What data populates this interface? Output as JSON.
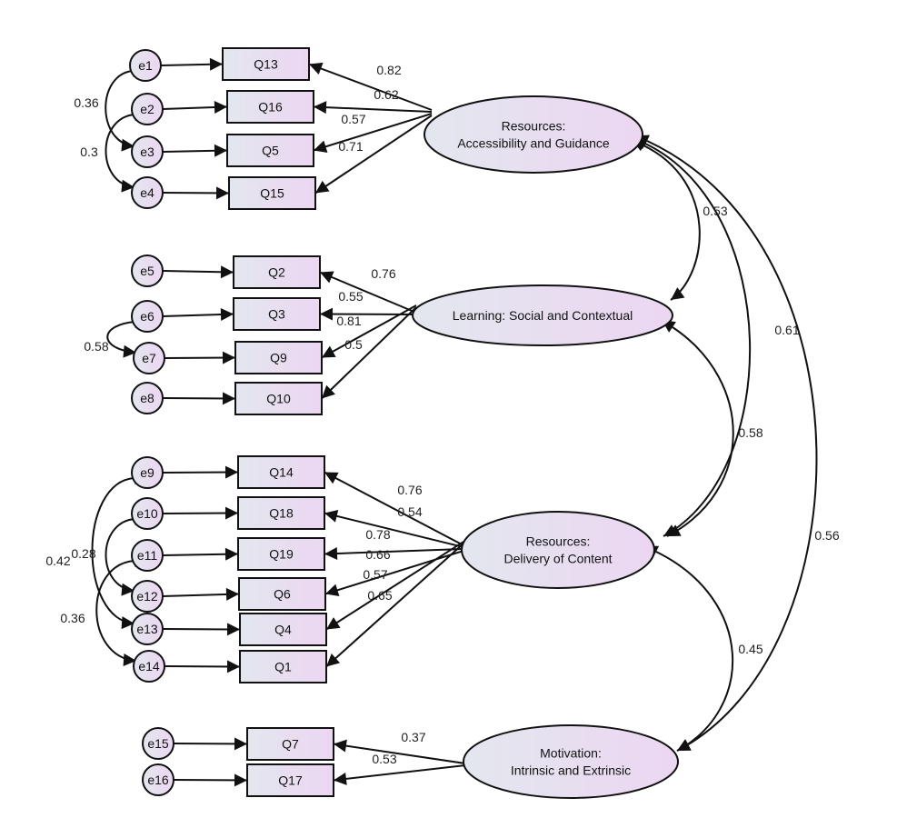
{
  "colors": {
    "node_fill_start": "#e3e7ee",
    "node_fill_end": "#ecd6f2",
    "stroke": "#111111"
  },
  "factors": [
    {
      "id": "F1",
      "lines": [
        "Resources:",
        "Accessibility and Guidance"
      ]
    },
    {
      "id": "F2",
      "lines": [
        "Learning: Social and Contextual"
      ]
    },
    {
      "id": "F3",
      "lines": [
        "Resources:",
        "Delivery of Content"
      ]
    },
    {
      "id": "F4",
      "lines": [
        "Motivation:",
        "Intrinsic and Extrinsic"
      ]
    }
  ],
  "items": [
    {
      "name": "Q13",
      "error": "e1",
      "factor": "F1",
      "loading": "0.82"
    },
    {
      "name": "Q16",
      "error": "e2",
      "factor": "F1",
      "loading": "0.62"
    },
    {
      "name": "Q5",
      "error": "e3",
      "factor": "F1",
      "loading": "0.57"
    },
    {
      "name": "Q15",
      "error": "e4",
      "factor": "F1",
      "loading": "0.71"
    },
    {
      "name": "Q2",
      "error": "e5",
      "factor": "F2",
      "loading": "0.76"
    },
    {
      "name": "Q3",
      "error": "e6",
      "factor": "F2",
      "loading": "0.55"
    },
    {
      "name": "Q9",
      "error": "e7",
      "factor": "F2",
      "loading": "0.81"
    },
    {
      "name": "Q10",
      "error": "e8",
      "factor": "F2",
      "loading": "0.5"
    },
    {
      "name": "Q14",
      "error": "e9",
      "factor": "F3",
      "loading": "0.76"
    },
    {
      "name": "Q18",
      "error": "e10",
      "factor": "F3",
      "loading": "0.54"
    },
    {
      "name": "Q19",
      "error": "e11",
      "factor": "F3",
      "loading": "0.78"
    },
    {
      "name": "Q6",
      "error": "e12",
      "factor": "F3",
      "loading": "0.66"
    },
    {
      "name": "Q4",
      "error": "e13",
      "factor": "F3",
      "loading": "0.57"
    },
    {
      "name": "Q1",
      "error": "e14",
      "factor": "F3",
      "loading": "0.65"
    },
    {
      "name": "Q7",
      "error": "e15",
      "factor": "F4",
      "loading": "0.37"
    },
    {
      "name": "Q17",
      "error": "e16",
      "factor": "F4",
      "loading": "0.53"
    }
  ],
  "error_covariances": [
    {
      "a": "e1",
      "b": "e3",
      "value": "0.36"
    },
    {
      "a": "e2",
      "b": "e4",
      "value": "0.3"
    },
    {
      "a": "e6",
      "b": "e7",
      "value": "0.58"
    },
    {
      "a": "e9",
      "b": "e13",
      "value": "0.42"
    },
    {
      "a": "e10",
      "b": "e12",
      "value": "0.28"
    },
    {
      "a": "e11",
      "b": "e14",
      "value": "0.36"
    }
  ],
  "factor_covariances": [
    {
      "a": "F1",
      "b": "F2",
      "value": "0.53"
    },
    {
      "a": "F1",
      "b": "F3",
      "value": "0.61"
    },
    {
      "a": "F1",
      "b": "F4",
      "value": "0.56"
    },
    {
      "a": "F2",
      "b": "F3",
      "value": "0.58"
    },
    {
      "a": "F3",
      "b": "F4",
      "value": "0.45"
    }
  ]
}
